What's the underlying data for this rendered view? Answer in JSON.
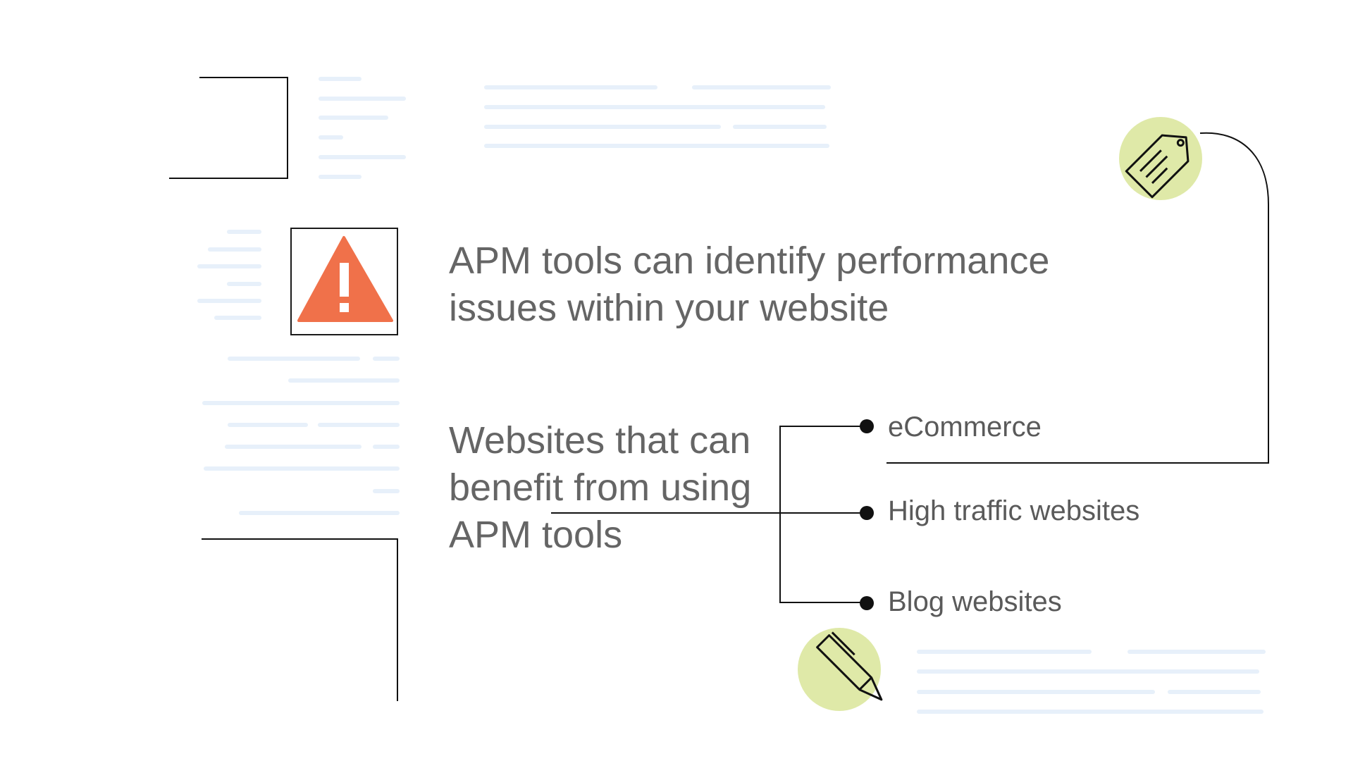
{
  "headline": "APM tools can identify performance issues within your website",
  "subheading": "Websites that can benefit from using APM tools",
  "website_types": [
    {
      "label": "eCommerce"
    },
    {
      "label": "High traffic websites"
    },
    {
      "label": "Blog websites"
    }
  ],
  "icons": {
    "warning": "warning-triangle-icon",
    "tag": "price-tag-icon",
    "pen": "pen-icon"
  },
  "colors": {
    "text": "#656565",
    "warning": "#f0714a",
    "badge": "#dfe9a8",
    "placeholder_lines": "#e7f0fa",
    "connector": "#111111"
  }
}
